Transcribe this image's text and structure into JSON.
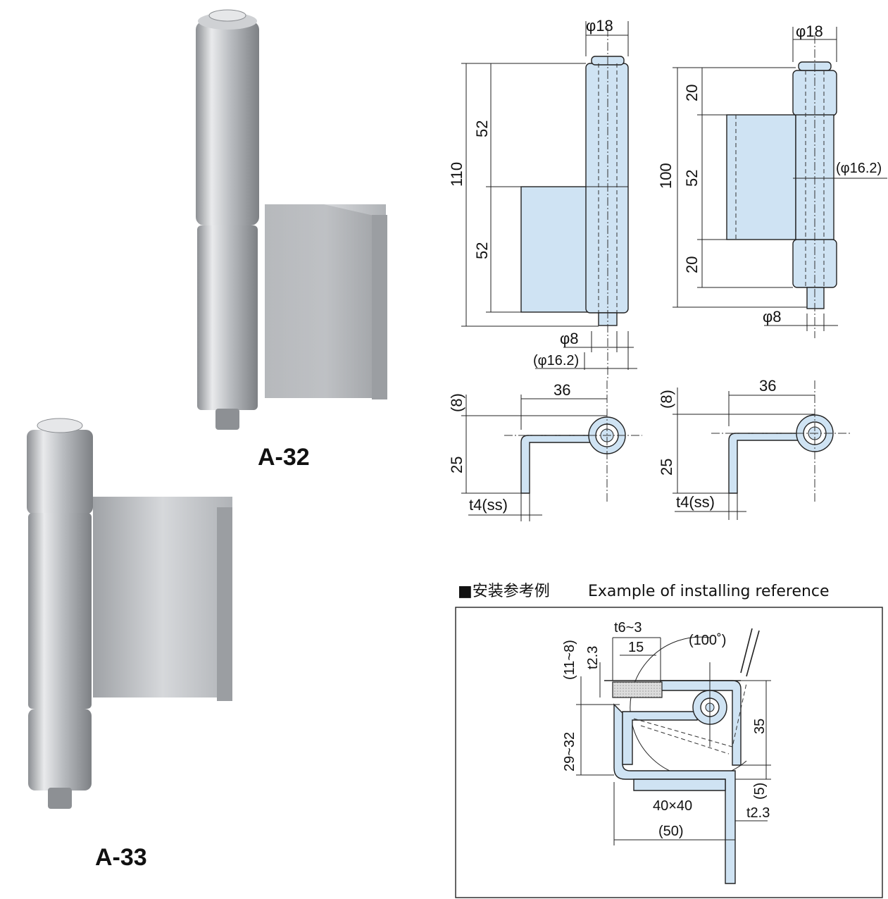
{
  "products": {
    "a32_label": "A-32",
    "a33_label": "A-33"
  },
  "a32_front": {
    "pin_dia": "φ18",
    "height_total": "110",
    "upper": "52",
    "lower": "52",
    "pin_small": "φ8",
    "pin_mid": "(φ16.2)"
  },
  "a33_front": {
    "pin_dia": "φ18",
    "height_total": "100",
    "top": "20",
    "mid": "52",
    "bottom": "20",
    "pin_mid": "(φ16.2)",
    "pin_small": "φ8"
  },
  "a32_top": {
    "offset": "(8)",
    "width": "36",
    "depth": "25",
    "thickness": "t4(ss)"
  },
  "a33_top": {
    "offset": "(8)",
    "width": "36",
    "depth": "25",
    "thickness": "t4(ss)"
  },
  "install": {
    "heading_jp": "■安装参考例",
    "heading_en": "Example of installing reference",
    "gap": "(11~8)",
    "plate_t": "t2.3",
    "panel_t": "t6~3",
    "width15": "15",
    "angle": "(100˚)",
    "height35": "35",
    "range": "29~32",
    "offset5": "(5)",
    "angle_size": "40×40",
    "angle_t": "t2.3",
    "len50": "(50)"
  },
  "colors": {
    "part_fill": "#cfe3f3",
    "ink": "#222222"
  }
}
